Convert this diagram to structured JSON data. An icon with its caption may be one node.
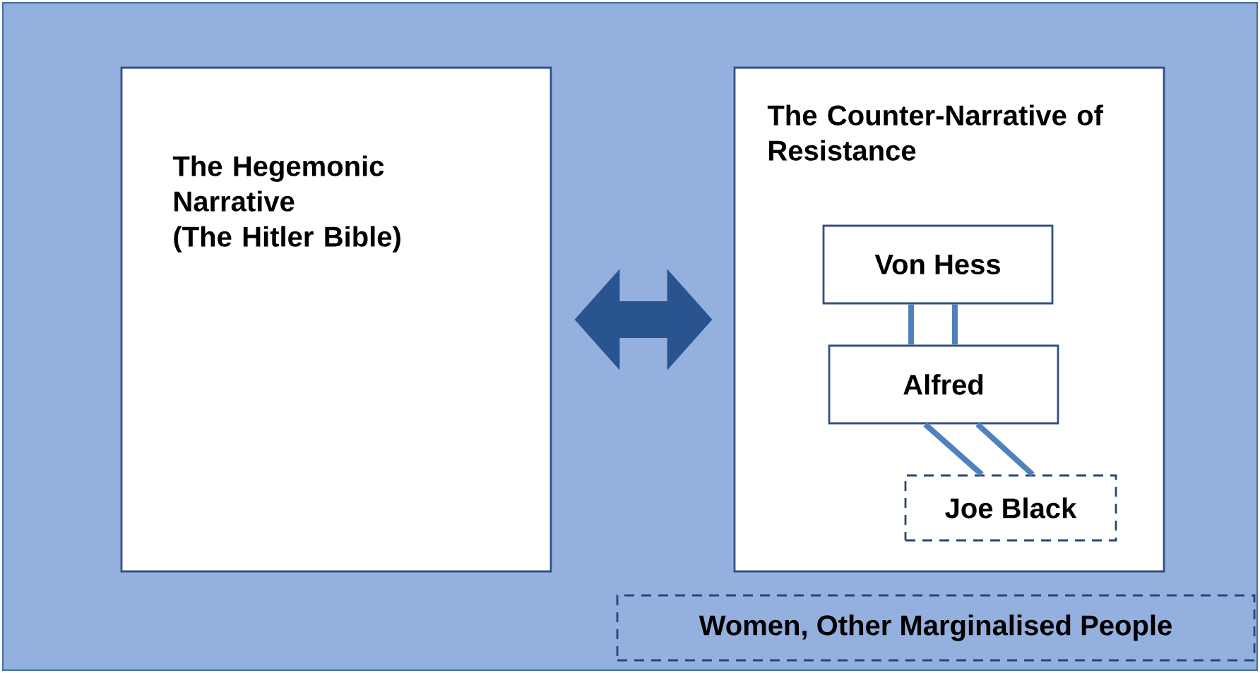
{
  "diagram": {
    "nodes": [
      {
        "text": [],
        "shape": "box"
      },
      {
        "text": [
          "The Hegemonic Narrative",
          "(The Hitler Bible)"
        ],
        "in": 0
      },
      {
        "text": [
          "The Counter-Narrative of Resistance"
        ],
        "in": 0
      },
      {
        "text": [
          "Von Hess"
        ],
        "in": 2
      },
      {
        "text": [
          "Alfred"
        ],
        "in": 2
      },
      {
        "text": [
          "Joe Black"
        ],
        "in": 2
      },
      {
        "text": [
          "Women, Other Marginalised People"
        ],
        "in": 0
      }
    ],
    "edges": [
      {
        "from": 1,
        "to": 2,
        "arrow": "both",
        "style": "thick",
        "color": "#2a5490"
      },
      {
        "from": 3,
        "to": 4,
        "arrow": "none"
      },
      {
        "from": 3,
        "to": 4,
        "arrow": "none"
      },
      {
        "from": 4,
        "to": 5,
        "arrow": "none"
      },
      {
        "from": 4,
        "to": 5,
        "arrow": "none"
      }
    ]
  }
}
